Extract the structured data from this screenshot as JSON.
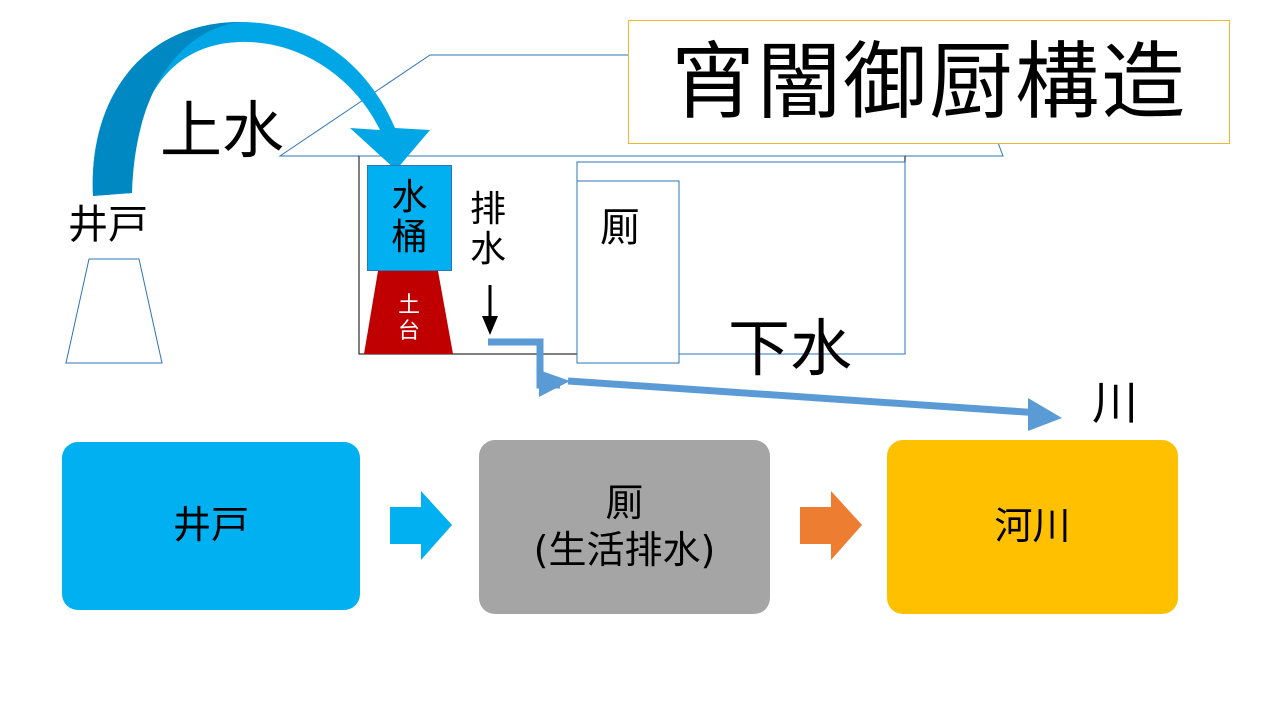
{
  "title": "宵闇御厨構造",
  "diagram": {
    "labels": {
      "upper_water": "上水",
      "well": "井戸",
      "bucket": [
        "水",
        "桶"
      ],
      "stand": [
        "土",
        "台"
      ],
      "drain": [
        "排",
        "水"
      ],
      "toilet": "厠",
      "lower_water": "下水",
      "river": "川"
    },
    "colors": {
      "water_arrow": "#00a6e6",
      "water_arrow_dark": "#0088c2",
      "pipe": "#5b9bd5",
      "outline": "#2e75b6",
      "stand": "#c00000",
      "title_border": "#f2b632"
    }
  },
  "flow": {
    "steps": [
      {
        "label": "井戸",
        "sub": "",
        "color": "#00b0f0"
      },
      {
        "label": "厠",
        "sub": "(生活排水)",
        "color": "#a5a5a5"
      },
      {
        "label": "河川",
        "sub": "",
        "color": "#ffc000"
      }
    ],
    "arrows": [
      {
        "from": "井戸",
        "to": "厠",
        "color": "#00b0f0"
      },
      {
        "from": "厠",
        "to": "河川",
        "color": "#ed7d31"
      }
    ]
  }
}
